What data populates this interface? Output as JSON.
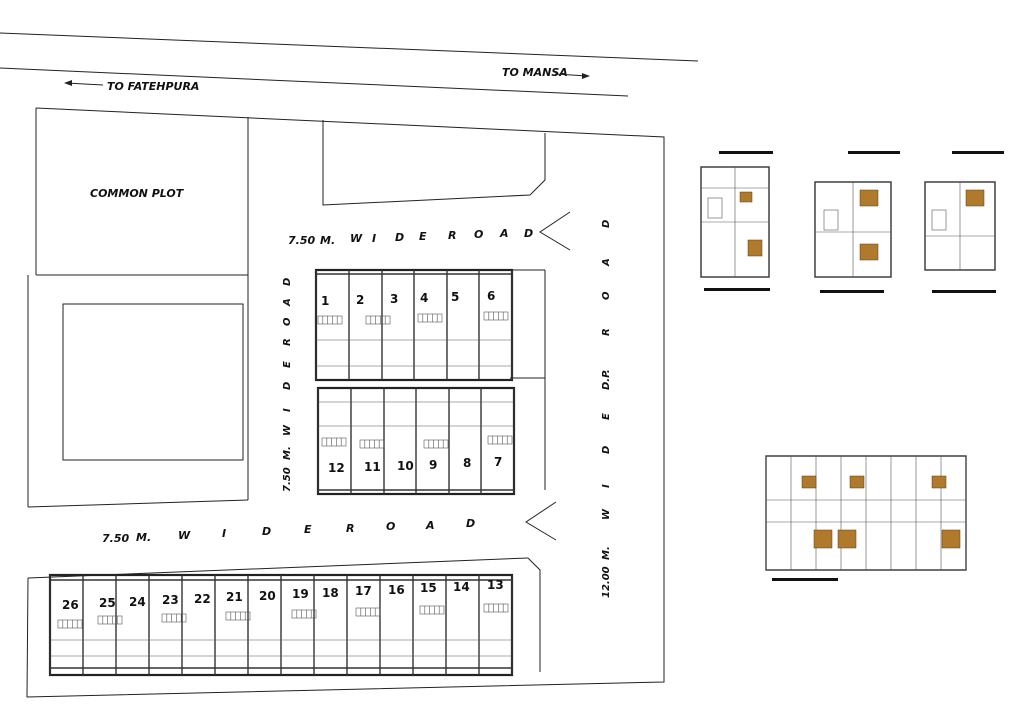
{
  "directions": {
    "left": "TO FATEHPURA",
    "right": "TO MANSA"
  },
  "common_plot": "COMMON PLOT",
  "roads": {
    "top": [
      "7.50",
      "M.",
      "W",
      "I",
      "D",
      "E",
      "R",
      "O",
      "A",
      "D"
    ],
    "middle_bottom": [
      "7.50",
      "M.",
      "W",
      "I",
      "D",
      "E",
      "R",
      "O",
      "A",
      "D"
    ],
    "left_vertical": [
      "7.50",
      "M.",
      "W",
      "I",
      "D",
      "E",
      "R",
      "O",
      "A",
      "D"
    ],
    "right_vertical": [
      "12.00",
      "M.",
      "W",
      "I",
      "D",
      "E",
      "D.P.",
      "R",
      "O",
      "A",
      "D"
    ]
  },
  "plots": {
    "top_row": [
      "1",
      "2",
      "3",
      "4",
      "5",
      "6"
    ],
    "middle_row": [
      "12",
      "11",
      "10",
      "9",
      "8",
      "7"
    ],
    "bottom_row": [
      "26",
      "25",
      "24",
      "23",
      "22",
      "21",
      "20",
      "19",
      "18",
      "17",
      "16",
      "15",
      "14",
      "13"
    ]
  },
  "colors": {
    "line": "#222222",
    "furniture": "#b07a2c",
    "background": "#ffffff"
  }
}
